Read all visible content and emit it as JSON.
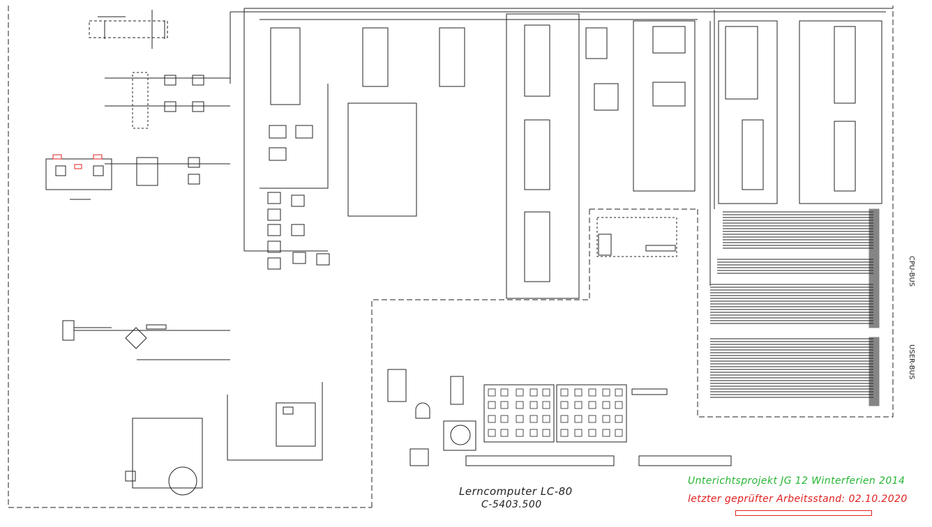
{
  "diagram": {
    "title": "Lerncomputer LC-80",
    "drawing_number": "C-5403.500",
    "project_note": "Unterichtsprojekt JG 12 Winterferien 2014",
    "status_note": "letzter geprüfter Arbeitsstand: 02.10.2020",
    "bus_labels": {
      "cpu": "CPU-BUS",
      "user": "USER-BUS"
    }
  },
  "colors": {
    "line": "#222222",
    "project_note": "#27b534",
    "status_note": "#e02020",
    "highlight": "#e02020"
  }
}
